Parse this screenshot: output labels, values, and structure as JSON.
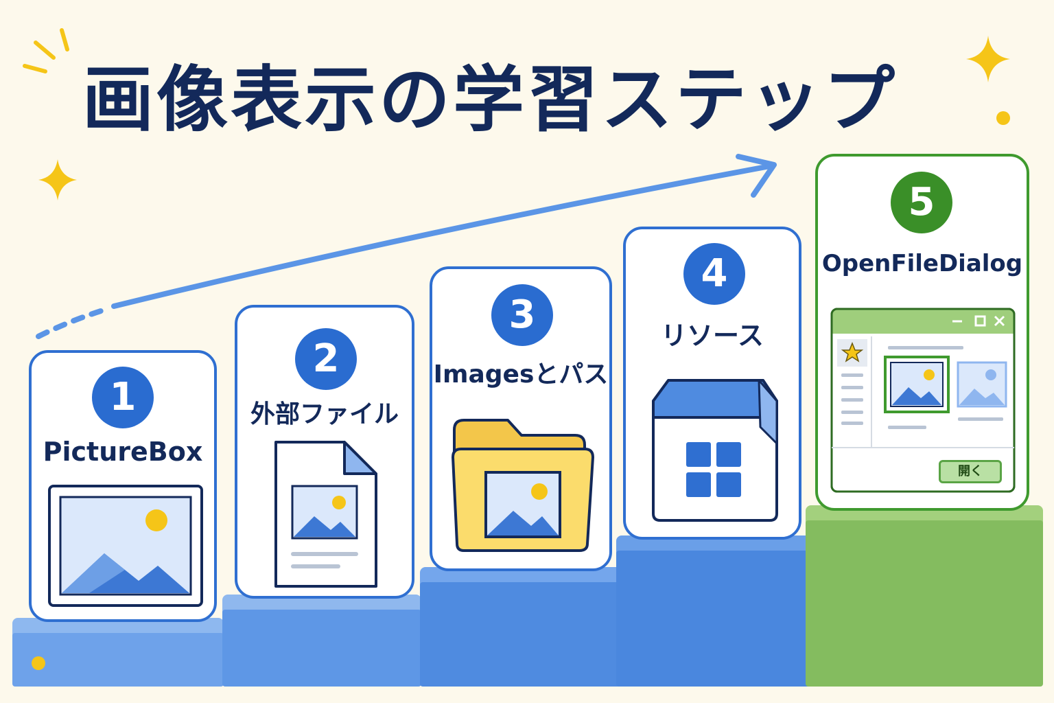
{
  "title": "画像表示の学習ステップ",
  "colors": {
    "navy": "#13295a",
    "blue": "#2a6cd0",
    "green": "#3a8f28",
    "background": "#fdf9ec"
  },
  "steps": [
    {
      "number": "1",
      "label": "PictureBox",
      "icon": "picture-frame-icon"
    },
    {
      "number": "2",
      "label": "外部ファイル",
      "icon": "image-file-icon"
    },
    {
      "number": "3",
      "label": "Imagesとパス",
      "icon": "image-folder-icon"
    },
    {
      "number": "4",
      "label": "リソース",
      "icon": "resource-box-icon"
    },
    {
      "number": "5",
      "label": "OpenFileDialog",
      "icon": "open-file-dialog-icon",
      "dialog_button": "開く"
    }
  ]
}
